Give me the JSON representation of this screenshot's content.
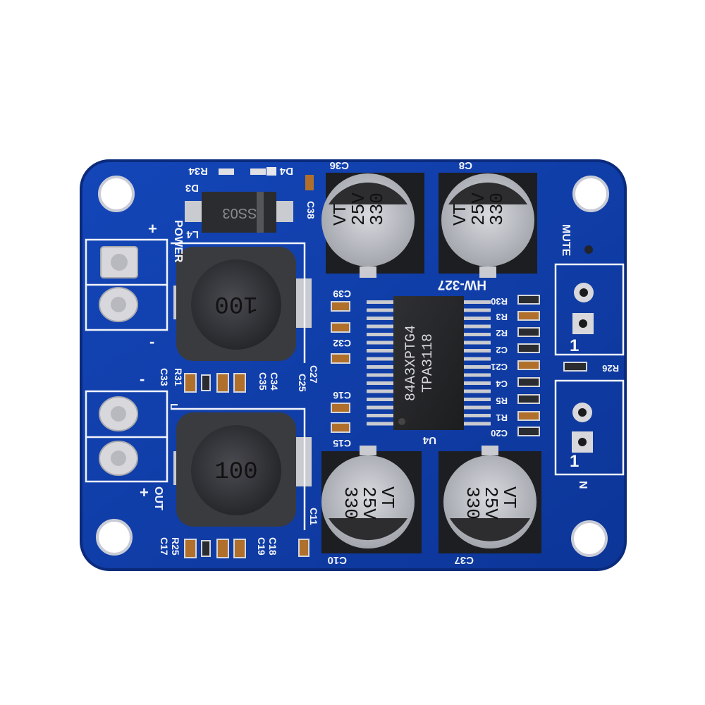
{
  "colors": {
    "background": "#ffffff",
    "pcb": "#0f3da8",
    "pcb_dark": "#0a2b7c",
    "silkscreen": "#f2f4fa",
    "pad": "#d8d8dc",
    "inductor": "#3a3b3f",
    "capacitor_top": "#2d2d30",
    "capacitor_body": "#c9cbd0"
  },
  "board": {
    "model": "HW-327",
    "power_label": "POWER",
    "out_label": "OUT",
    "mute_label": "MUTE",
    "in_label": "N",
    "plus": "+",
    "minus": "-",
    "pin_one": "1"
  },
  "chip": {
    "designator": "U4",
    "line1": "84A3XPTG4",
    "line2": "TPA3118"
  },
  "diode": {
    "designator": "D3",
    "marking": "SS03"
  },
  "inductors": [
    {
      "designator": "L4",
      "marking": "100"
    },
    {
      "designator": "L",
      "marking": "100"
    }
  ],
  "capacitors_large": [
    {
      "designator": "C36",
      "value": "330",
      "voltage": "25V",
      "series": "VT"
    },
    {
      "designator": "C8",
      "value": "330",
      "voltage": "25V",
      "series": "VT"
    },
    {
      "designator": "C10",
      "value": "330",
      "voltage": "25V",
      "series": "VT"
    },
    {
      "designator": "C37",
      "value": "330",
      "voltage": "25V",
      "series": "VT"
    }
  ],
  "labels": {
    "r34": "R34",
    "d4": "D4",
    "c38": "C38",
    "c39": "C39",
    "c32": "C32",
    "c16": "C16",
    "c15": "C15",
    "c27": "C27",
    "c25": "C25",
    "c34": "C34",
    "c35": "C35",
    "r31": "R31",
    "c33": "C33",
    "c11": "C11",
    "c17": "C17",
    "r25": "R25",
    "c19": "C19",
    "c18": "C18",
    "r30": "R30",
    "r3": "R3",
    "r2": "R2",
    "c2": "C2",
    "c21": "C21",
    "c4": "C4",
    "r5": "R5",
    "r1": "R1",
    "c20": "C20",
    "r26": "R26"
  }
}
